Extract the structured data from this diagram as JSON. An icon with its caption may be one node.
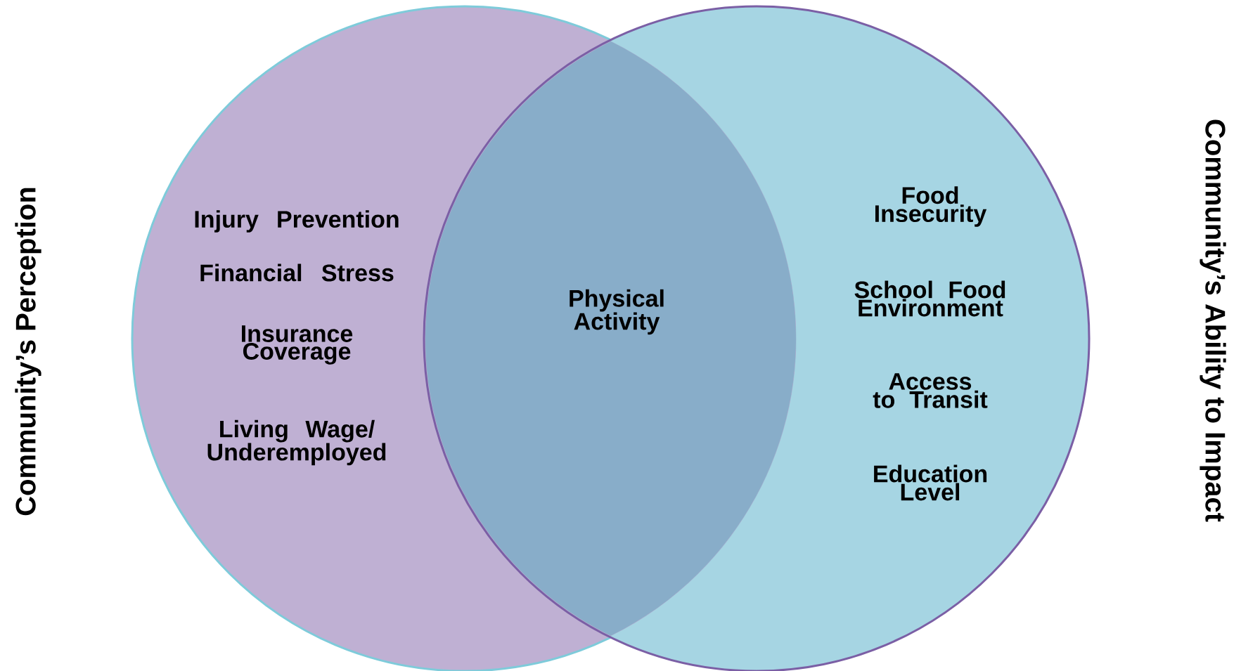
{
  "diagram": {
    "nodes": [
      {
        "text": [
          "Injury Prevention",
          "Financial Stress",
          "Insurance Coverage",
          "Living Wage/ Underemployed"
        ],
        "beside": [
          "Community’s Perception"
        ]
      },
      {
        "text": [
          "Food Insecurity",
          "School Food Environment",
          "Access to Transit",
          "Education Level"
        ],
        "beside": [
          "Community’s Ability to Impact"
        ]
      }
    ],
    "labels": [
      "Physical Activity"
    ]
  }
}
